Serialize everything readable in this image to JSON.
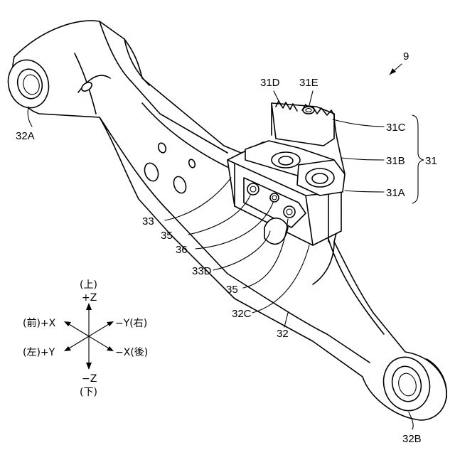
{
  "figure_number": "9",
  "labels": {
    "l32A": "32A",
    "l32B": "32B",
    "l31D": "31D",
    "l31E": "31E",
    "l31C": "31C",
    "l31B": "31B",
    "l31A": "31A",
    "l31": "31",
    "l33": "33",
    "l35a": "35",
    "l36": "36",
    "l33D": "33D",
    "l35b": "35",
    "l32C": "32C",
    "l32": "32"
  },
  "axes": {
    "up": "(上)",
    "plus_z": "+Z",
    "minus_z": "−Z",
    "down": "(下)",
    "front_plus_x": "(前)+X",
    "minus_y_right": "−Y(右)",
    "left_plus_y": "(左)+Y",
    "minus_x_back": "−X(後)"
  }
}
